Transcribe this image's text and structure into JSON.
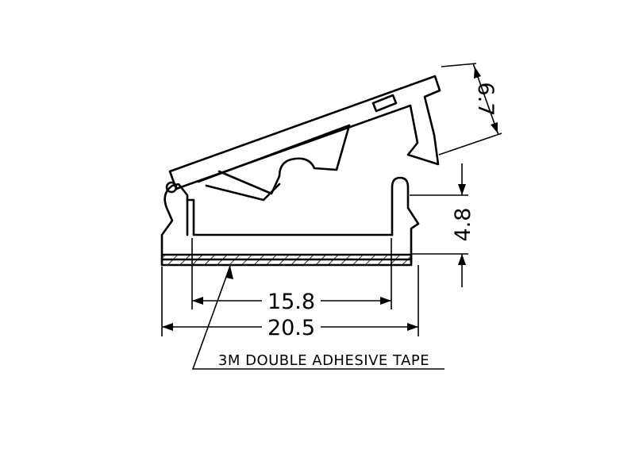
{
  "drawing": {
    "dimensions": {
      "inner_width": "15.8",
      "outer_width": "20.5",
      "base_height": "4.8",
      "lid_height": "6.7"
    },
    "note": "3M DOUBLE ADHESIVE TAPE",
    "line_color": "#000000",
    "background": "#ffffff"
  }
}
